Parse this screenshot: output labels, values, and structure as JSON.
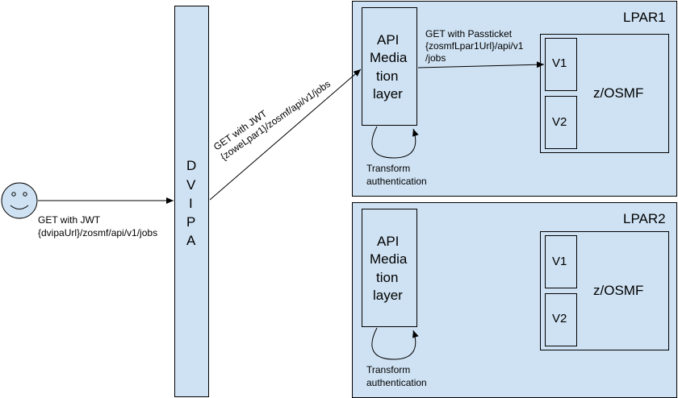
{
  "lpar1": {
    "title": "LPAR1",
    "api_layer": [
      "API",
      "Media",
      "tion",
      "layer"
    ],
    "transform": [
      "Transform",
      "authentication"
    ],
    "zosmf": "z/OSMF",
    "v1": "V1",
    "v2": "V2",
    "passticket_label": [
      "GET with Passticket",
      "{zosmfLpar1Url}/api/v1",
      "/jobs"
    ]
  },
  "lpar2": {
    "title": "LPAR2",
    "api_layer": [
      "API",
      "Media",
      "tion",
      "layer"
    ],
    "transform": [
      "Transform",
      "authentication"
    ],
    "zosmf": "z/OSMF",
    "v1": "V1",
    "v2": "V2"
  },
  "dvipa": [
    "D",
    "V",
    "I",
    "P",
    "A"
  ],
  "user_request": [
    "GET with JWT",
    "{dvipaUrl}/zosmf/api/v1/jobs"
  ],
  "dvipa_request": [
    "GET with JWT",
    "{zoweLpar1}/zosmf/api/v1/jobs"
  ]
}
